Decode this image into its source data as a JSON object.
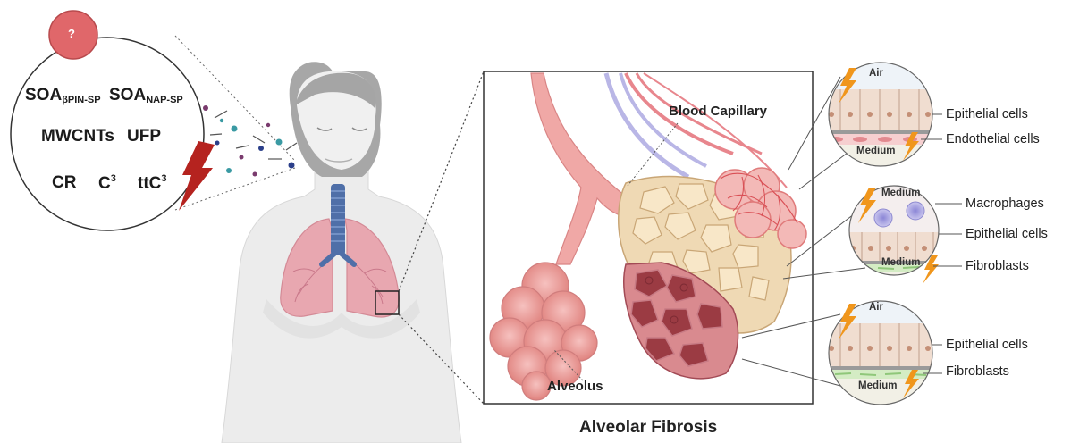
{
  "question_mark": "?",
  "pollutants": {
    "soa_bpin_main": "SOA",
    "soa_bpin_sub": "βPIN-SP",
    "soa_nap_main": "SOA",
    "soa_nap_sub": "NAP-SP",
    "mwcnts": "MWCNTs",
    "ufp": "UFP",
    "cr": "CR",
    "c3_main": "C",
    "c3_sup": "3",
    "ttc3_main": "ttC",
    "ttc3_sup": "3"
  },
  "anatomy": {
    "blood_capillary": "Blood Capillary",
    "alveolus": "Alveolus",
    "title": "Alveolar Fibrosis"
  },
  "models": [
    {
      "top_label": "Air",
      "bottom_label": "Medium",
      "labels": [
        "Epithelial cells",
        "Endothelial cells"
      ]
    },
    {
      "top_label": "Medium",
      "bottom_label": "Medium",
      "labels": [
        "Macrophages",
        "Epithelial cells",
        "Fibroblasts"
      ]
    },
    {
      "top_label": "Air",
      "bottom_label": "Medium",
      "labels": [
        "Epithelial cells",
        "Fibroblasts"
      ]
    }
  ],
  "colors": {
    "question_fill": "#e0676a",
    "lightning_red": "#b5231f",
    "lightning_orange": "#f0961c",
    "lung_pink": "#e8a7b0",
    "trachea_blue": "#4f6fa8",
    "alveolus_pink": "#f0a8a6",
    "tissue_beige": "#efd9b4",
    "fibrosis_dark": "#9b3b43"
  }
}
